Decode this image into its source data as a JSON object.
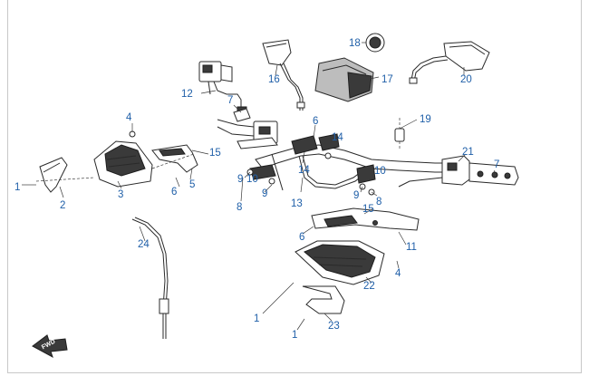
{
  "diagram": {
    "fwd_label": "FWD",
    "callouts": [
      {
        "id": "c1a",
        "text": "1"
      },
      {
        "id": "c2",
        "text": "2"
      },
      {
        "id": "c3",
        "text": "3"
      },
      {
        "id": "c4a",
        "text": "4"
      },
      {
        "id": "c4b",
        "text": "4"
      },
      {
        "id": "c5",
        "text": "5"
      },
      {
        "id": "c6a",
        "text": "6"
      },
      {
        "id": "c6b",
        "text": "6"
      },
      {
        "id": "c6c",
        "text": "6"
      },
      {
        "id": "c7a",
        "text": "7"
      },
      {
        "id": "c7b",
        "text": "7"
      },
      {
        "id": "c8a",
        "text": "8"
      },
      {
        "id": "c8b",
        "text": "8"
      },
      {
        "id": "c9a",
        "text": "9"
      },
      {
        "id": "c9b",
        "text": "9"
      },
      {
        "id": "c9c",
        "text": "9"
      },
      {
        "id": "c10a",
        "text": "10"
      },
      {
        "id": "c10b",
        "text": "10"
      },
      {
        "id": "c11",
        "text": "11"
      },
      {
        "id": "c12",
        "text": "12"
      },
      {
        "id": "c13",
        "text": "13"
      },
      {
        "id": "c14a",
        "text": "14"
      },
      {
        "id": "c14b",
        "text": "14"
      },
      {
        "id": "c15a",
        "text": "15"
      },
      {
        "id": "c15b",
        "text": "15"
      },
      {
        "id": "c16",
        "text": "16"
      },
      {
        "id": "c17",
        "text": "17"
      },
      {
        "id": "c18",
        "text": "18"
      },
      {
        "id": "c19",
        "text": "19"
      },
      {
        "id": "c20",
        "text": "20"
      },
      {
        "id": "c21",
        "text": "21"
      },
      {
        "id": "c22",
        "text": "22"
      },
      {
        "id": "c23",
        "text": "23"
      },
      {
        "id": "c24",
        "text": "24"
      },
      {
        "id": "c1b",
        "text": "1"
      },
      {
        "id": "c1c",
        "text": "1"
      }
    ]
  }
}
